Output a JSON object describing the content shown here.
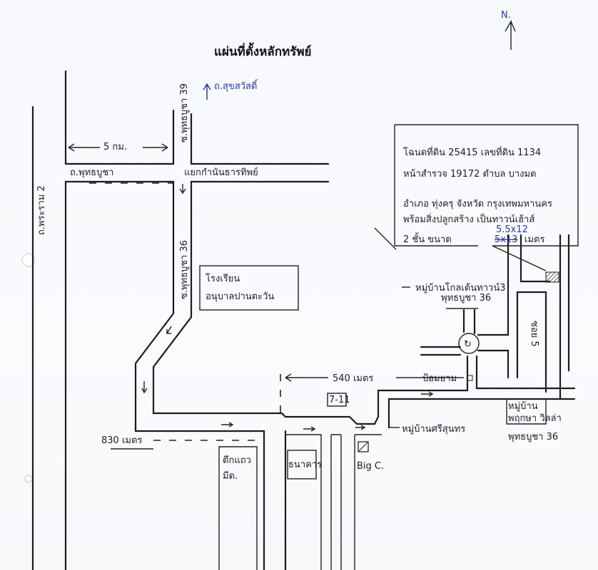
{
  "title": "แผ่นที่ตั้งหลักทรัพย์",
  "north": "N.",
  "property_box": {
    "line1": "โฉนดที่ดิน 25415 เลขที่ดิน 1134",
    "line2": "หน้าสำรวจ 19172 ตำบล บางมด",
    "line3": "อำเภอ ทุ่งครุ จังหวัด กรุงเทพมหานคร",
    "line4": "พร้อมสิ่งปลูกสร้าง เป็นทาวน์เฮ้าส์",
    "line5_prefix": "2 ชั้น ขนาด",
    "size_struck": "5x13",
    "size_unit": "เมตร",
    "size_corrected": "5.5x12"
  },
  "labels": {
    "rama2": "ถ.พระราม 2",
    "phutthabucha_rd": "ถ.พุทธบูชา",
    "soi39": "ซ.พุทธบูชา 39",
    "suksawat": "ถ.สุขสวัสดิ์",
    "junction": "แยกกำนันธารทิพย์",
    "distance_5km": "5 กม.",
    "soi36": "ซ.พุทธบูชา 36",
    "school_line1": "โรงเรียน",
    "school_line2": "อนุบาลปานตะวัน",
    "golden_town_line1": "หมู่บ้านโกลเด้นทาวน์3",
    "golden_town_line2": "พุทธบูชา 36",
    "soi_side": "ซอย 5",
    "guard_post": "ป้อมยาม",
    "distance_540": "540 เมตร",
    "distance_830": "830 เมตร",
    "seven_eleven": "7-11",
    "village_sri": "หมู่บ้านศรีสุนทร",
    "shophouse_line1": "ตึกแถว",
    "shophouse_line2": "มีด.",
    "bank": "ธนาคาร",
    "bigc": "Big C.",
    "pruksa_line1": "หมู่บ้าน",
    "pruksa_line2": "พฤกษา วิลล่า",
    "pruksa_line3": "พุทธบูชา 36"
  }
}
